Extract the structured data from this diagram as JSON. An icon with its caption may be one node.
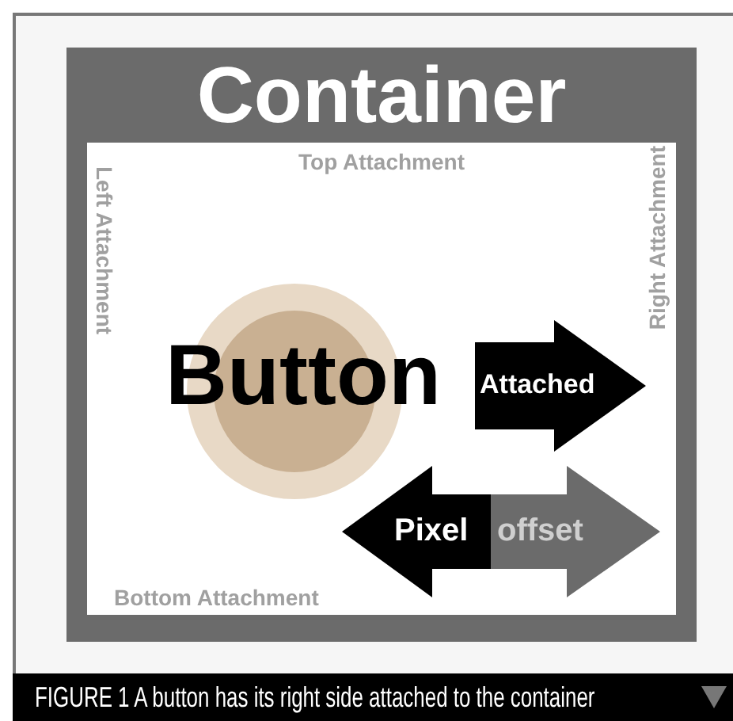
{
  "diagram": {
    "caption": "FIGURE 1 A button has its right side attached to the container",
    "nodes": [
      {
        "text": [
          "Container"
        ]
      },
      {
        "text": [
          "Button"
        ],
        "in": 0
      },
      {
        "text": [
          "Attached"
        ],
        "in": 0
      },
      {
        "text": [
          "Pixel",
          "offset"
        ],
        "in": 0
      }
    ],
    "labels": [
      "Top Attachment",
      "Left Attachment",
      "Right Attachment",
      "Bottom Attachment"
    ]
  }
}
